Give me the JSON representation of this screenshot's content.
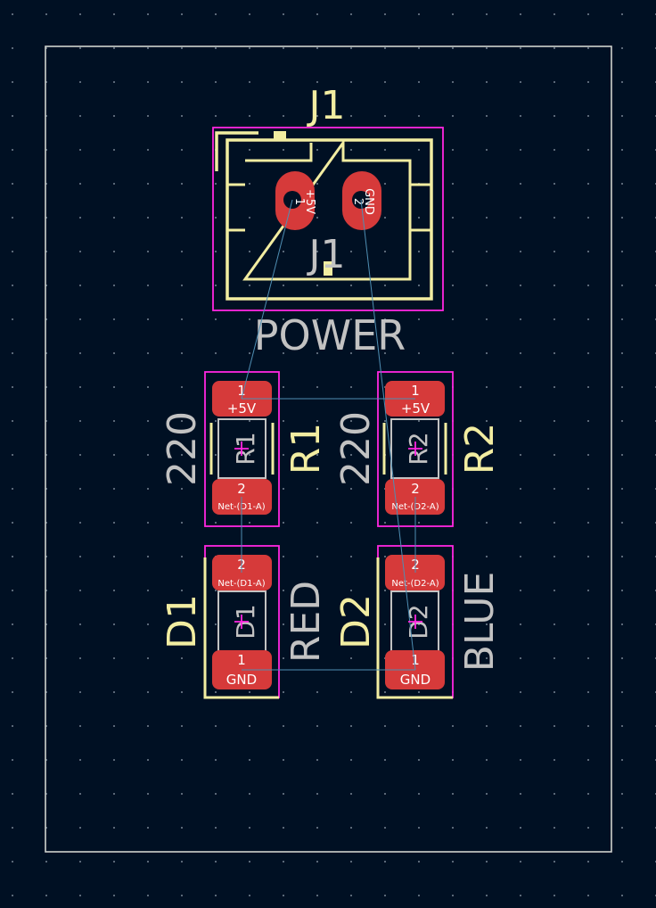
{
  "colors": {
    "background": "#001023",
    "grid": "#5a6878",
    "edge_cuts": "#d0d2cd",
    "silkscreen": "#f2eda1",
    "fab": "#c2c2c2",
    "courtyard": "#ff26e2",
    "pad": "#d63a3a",
    "ratsnest": "#4f8eb3",
    "pad_text": "#ffffff"
  },
  "components": {
    "J1": {
      "reference": "J1",
      "fab_reference": "J1",
      "value": "POWER",
      "pads": [
        {
          "number": "1",
          "net": "+5V"
        },
        {
          "number": "2",
          "net": "GND"
        }
      ]
    },
    "R1": {
      "reference": "R1",
      "fab_reference": "R1",
      "value": "220",
      "pads": [
        {
          "number": "1",
          "net": "+5V"
        },
        {
          "number": "2",
          "net": "Net-(D1-A)"
        }
      ]
    },
    "R2": {
      "reference": "R2",
      "fab_reference": "R2",
      "value": "220",
      "pads": [
        {
          "number": "1",
          "net": "+5V"
        },
        {
          "number": "2",
          "net": "Net-(D2-A)"
        }
      ]
    },
    "D1": {
      "reference": "D1",
      "fab_reference": "D1",
      "value": "RED",
      "pads": [
        {
          "number": "2",
          "net": "Net-(D1-A)"
        },
        {
          "number": "1",
          "net": "GND"
        }
      ]
    },
    "D2": {
      "reference": "D2",
      "fab_reference": "D2",
      "value": "BLUE",
      "pads": [
        {
          "number": "2",
          "net": "Net-(D2-A)"
        },
        {
          "number": "1",
          "net": "GND"
        }
      ]
    }
  }
}
